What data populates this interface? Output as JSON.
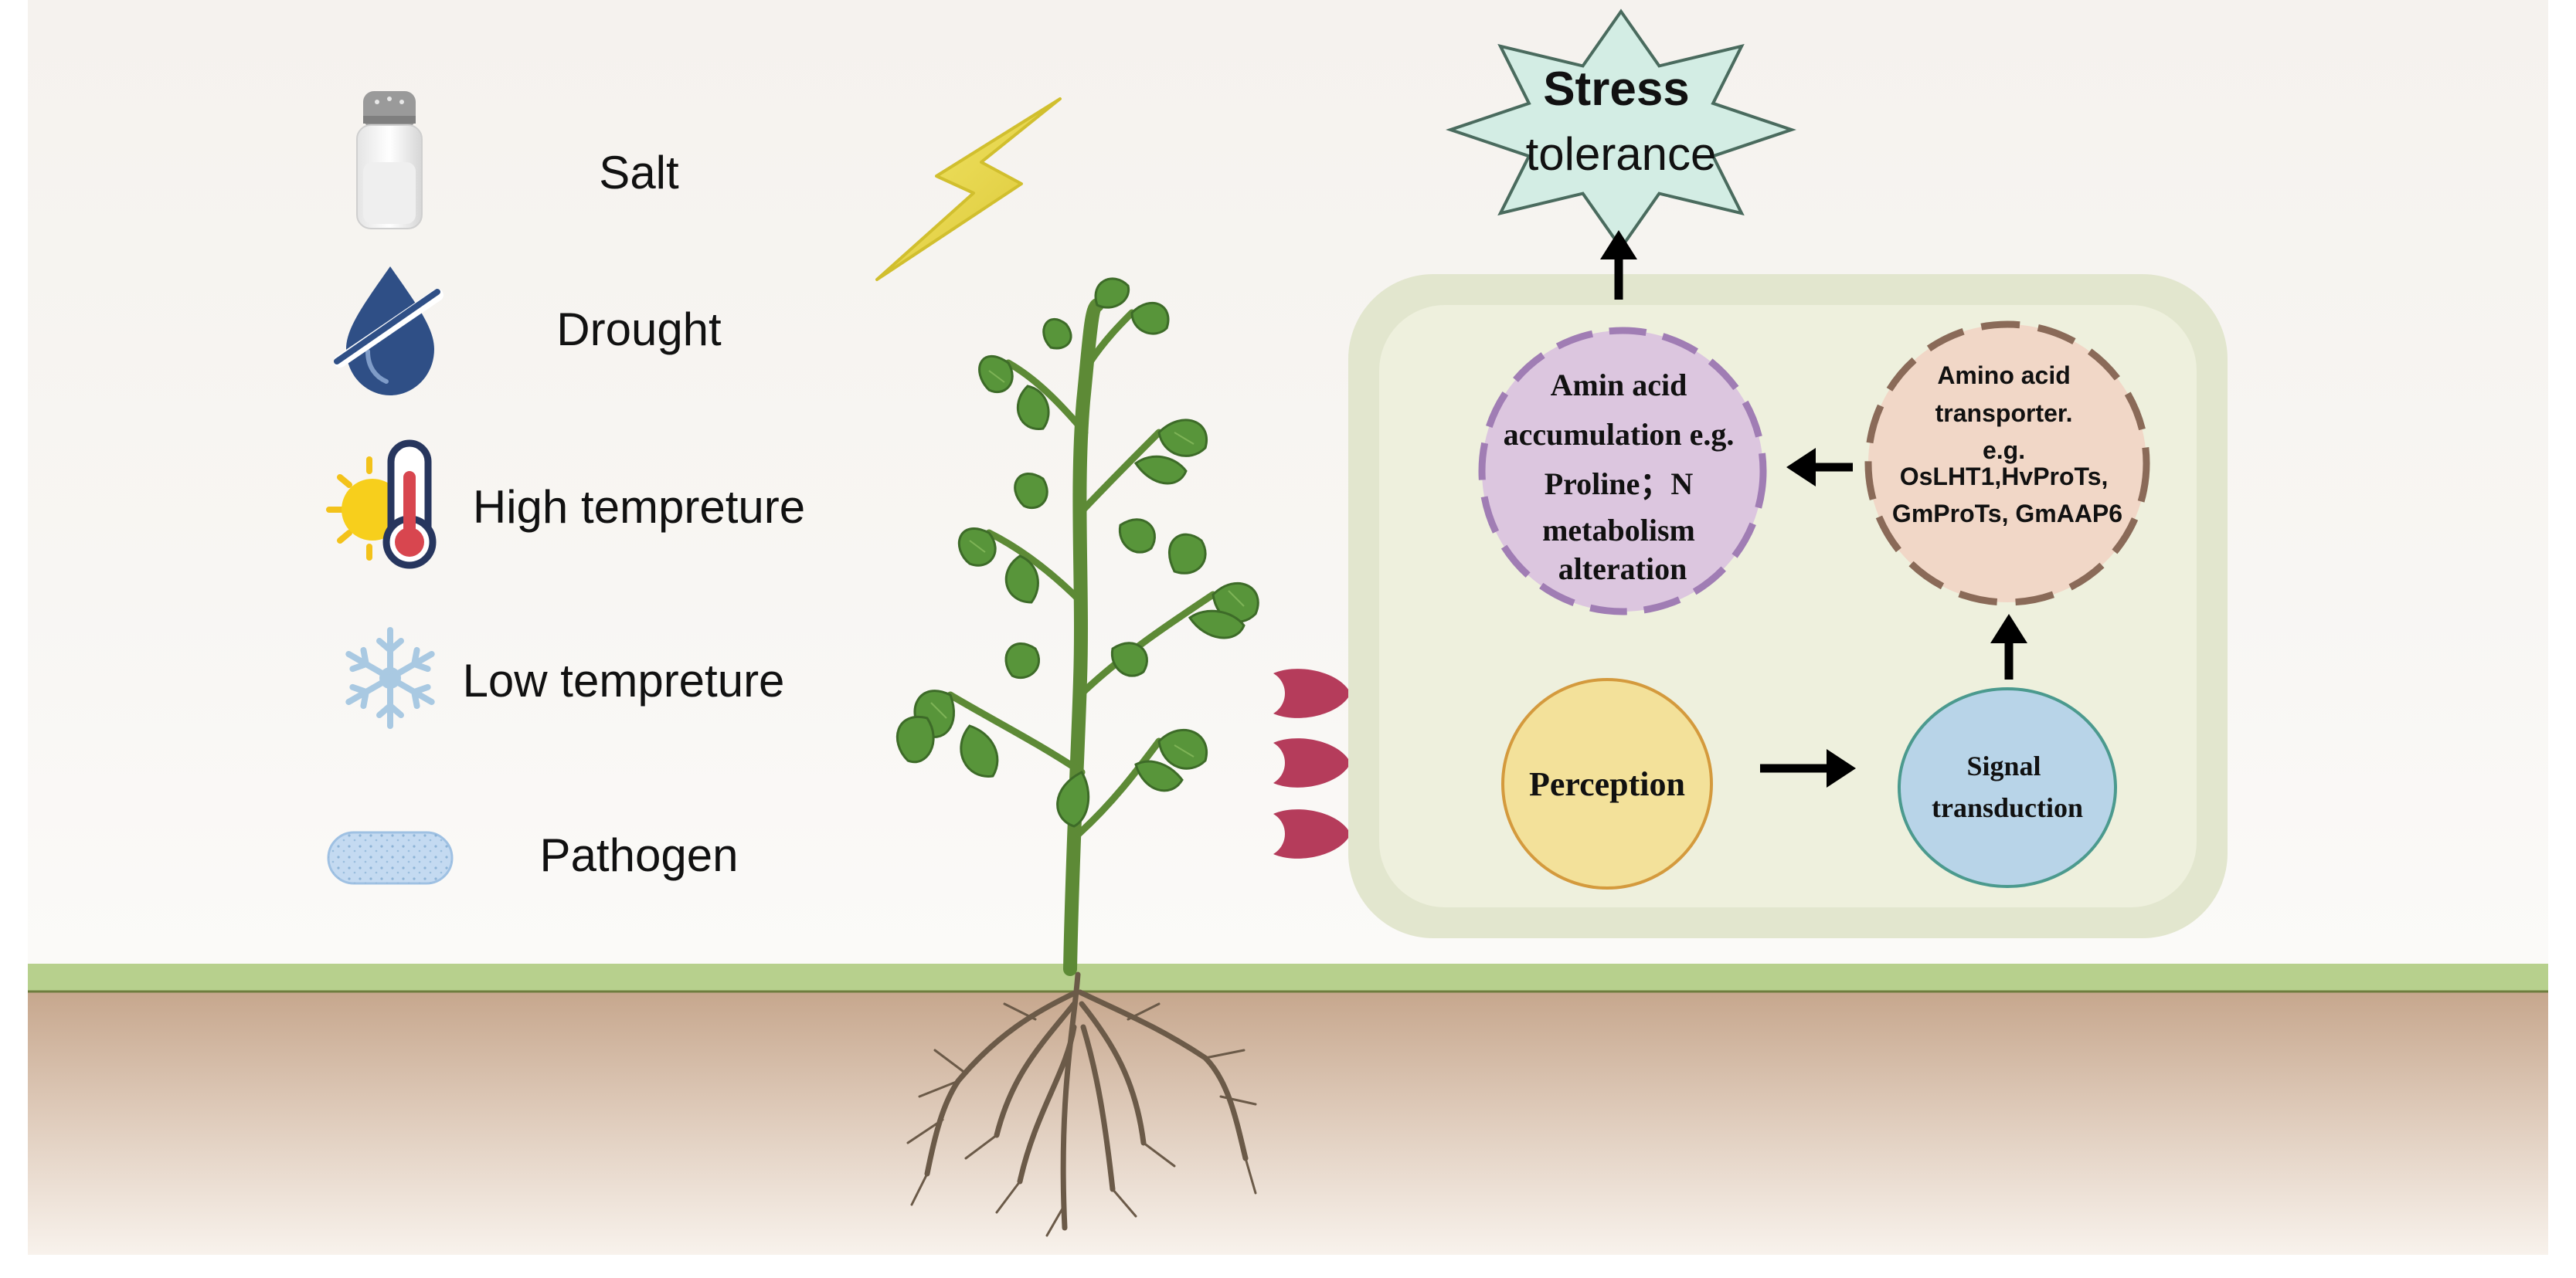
{
  "stresses": [
    {
      "label": "Salt",
      "icon": "salt-shaker-icon"
    },
    {
      "label": "Drought",
      "icon": "no-water-drop-icon"
    },
    {
      "label": "High tempreture",
      "icon": "sun-thermometer-icon"
    },
    {
      "label": "Low tempreture",
      "icon": "snowflake-icon"
    },
    {
      "label": "Pathogen",
      "icon": "pathogen-capsule-icon"
    }
  ],
  "nodes": {
    "stress_tolerance": {
      "line1": "Stress",
      "line2": "tolerance"
    },
    "accumulation": {
      "lines": [
        "Amin acid",
        "accumulation e.g.",
        "Proline；N",
        "metabolism",
        "alteration"
      ]
    },
    "transporter": {
      "lines": [
        "Amino acid",
        "transporter.",
        "e.g.",
        "OsLHT1,HvProTs,",
        "GmProTs, GmAAP6"
      ]
    },
    "perception": {
      "label": "Perception"
    },
    "signal": {
      "lines": [
        "Signal",
        "transduction"
      ]
    }
  },
  "colors": {
    "sky_top": "#f3f0ec",
    "soil_top": "#c4a286",
    "grass": "#b7d08d",
    "cell_fill": "#eef0dd",
    "cell_border": "#d8dfc4",
    "star_fill": "#d3ede4",
    "accumulation_fill": "#dcc6df",
    "accumulation_border": "#a07db4",
    "transporter_fill": "#f1d7c7",
    "transporter_border": "#8a6a58",
    "perception_fill": "#f3e19a",
    "perception_border": "#d49a3d",
    "signal_fill": "#b8d4e8",
    "signal_border": "#4b9a8e",
    "receptor": "#b53c5b",
    "lightning": "#e8d94a",
    "leaf": "#58953a",
    "stem": "#5d8a36",
    "root": "#6b5a48"
  }
}
